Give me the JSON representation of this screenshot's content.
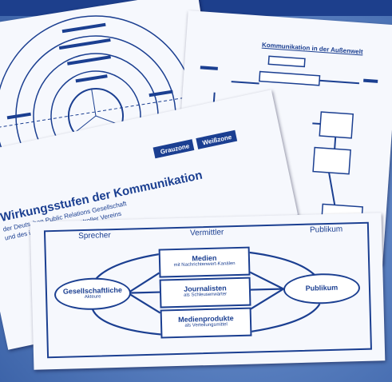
{
  "diagram": {
    "zones": {
      "left": "Sprecher",
      "middle": "Vermittler",
      "right": "Publikum"
    },
    "nodes": {
      "left": {
        "title": "Gesellschaftliche",
        "subtitle": "Akteure"
      },
      "right": {
        "title": "Publikum"
      },
      "middle_top": {
        "title": "Medien",
        "subtitle": "mit Nachrichtenwert-Kanälen"
      },
      "middle_mid": {
        "title": "Journalisten",
        "subtitle": "als Schleusenwärter"
      },
      "middle_bottom": {
        "title": "Medienprodukte",
        "subtitle": "als Verteilungsmittel"
      }
    }
  },
  "slide_title": {
    "line1": "Wirkungsstufen der Kommunikation",
    "line2": "der Deutschen Public Relations Gesellschaft",
    "line3": "und des internationalen Controller Vereins"
  },
  "table_sheet": {
    "col1": "Grauzone",
    "col2": "Weißzone"
  },
  "right_sheet": {
    "title": "Kommunikation in der Außenwelt"
  },
  "colors": {
    "ink": "#1b3f91",
    "background": "#5f85c4",
    "topbar": "#1d3f8c"
  }
}
